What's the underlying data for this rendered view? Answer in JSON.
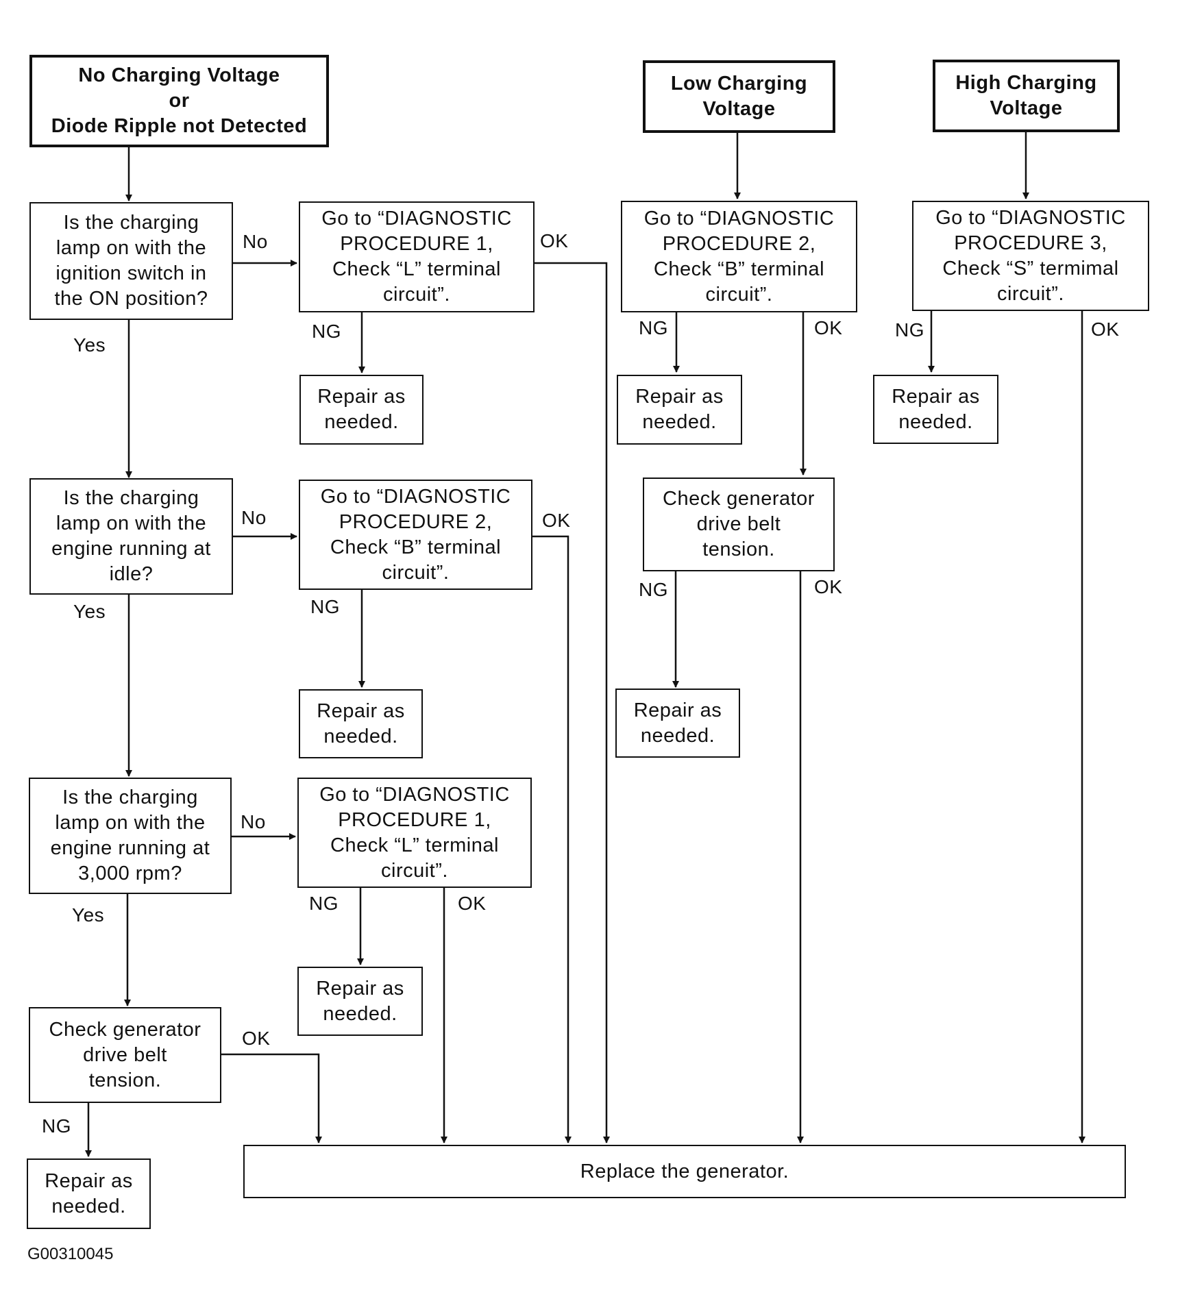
{
  "starts": {
    "no_charging": "No Charging Voltage\nor\nDiode Ripple not Detected",
    "low_charging": "Low Charging\nVoltage",
    "high_charging": "High Charging\nVoltage"
  },
  "questions": {
    "q1": "Is the charging\nlamp on with the\nignition switch in\nthe ON position?",
    "q2": "Is the charging\nlamp on with the\nengine running at\nidle?",
    "q3": "Is the charging\nlamp on with the\nengine running at\n3,000 rpm?"
  },
  "procedures": {
    "p1_top": "Go to “DIAGNOSTIC\nPROCEDURE 1,\nCheck “L” terminal\ncircuit”.",
    "p2_mid": "Go to “DIAGNOSTIC\nPROCEDURE 2,\nCheck “B” terminal\ncircuit”.",
    "p1_low": "Go to “DIAGNOSTIC\nPROCEDURE 1,\nCheck “L” terminal\ncircuit”.",
    "p2_right": "Go to “DIAGNOSTIC\nPROCEDURE 2,\nCheck “B” terminal\ncircuit”.",
    "p3_right": "Go to “DIAGNOSTIC\nPROCEDURE 3,\nCheck “S” termimal\ncircuit”."
  },
  "checks": {
    "belt_left": "Check generator\ndrive belt\ntension.",
    "belt_right": "Check generator\ndrive belt\ntension."
  },
  "repair": "Repair as\nneeded.",
  "replace": "Replace the generator.",
  "labels": {
    "no": "No",
    "yes": "Yes",
    "ok": "OK",
    "ng": "NG"
  },
  "figure_code": "G00310045"
}
